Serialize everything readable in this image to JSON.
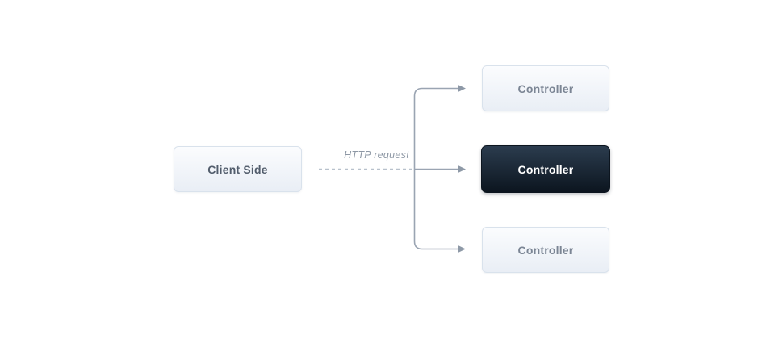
{
  "diagram": {
    "client": {
      "label": "Client Side"
    },
    "edge_label": "HTTP request",
    "controllers": [
      {
        "label": "Controller",
        "variant": "light"
      },
      {
        "label": "Controller",
        "variant": "dark"
      },
      {
        "label": "Controller",
        "variant": "light"
      }
    ],
    "colors": {
      "background": "#ffffff",
      "solid_line": "#9aa4b2",
      "dashed_line": "#b8c1cc",
      "arrowhead": "#8e99a7",
      "light_node_bg_top": "#fbfcfe",
      "light_node_bg_bottom": "#e9eef5",
      "light_node_border": "#d9e2ec",
      "light_node_text": "#7b8594",
      "client_node_text": "#525d6c",
      "dark_node_bg_top": "#2b3c4e",
      "dark_node_bg_bottom": "#0c151f",
      "dark_node_text": "#ffffff",
      "edge_label_text": "#8e98a5"
    }
  }
}
